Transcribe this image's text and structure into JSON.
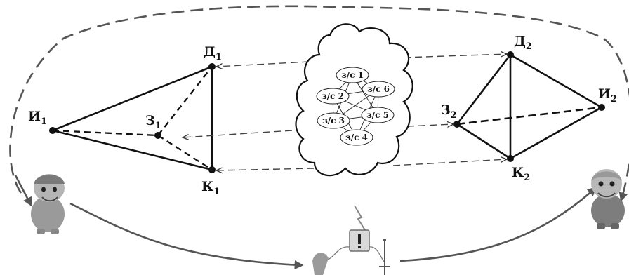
{
  "diagram": {
    "left_nodes": {
      "i": {
        "base": "И",
        "sub": "1"
      },
      "z": {
        "base": "З",
        "sub": "1"
      },
      "d": {
        "base": "Д",
        "sub": "1"
      },
      "k": {
        "base": "К",
        "sub": "1"
      }
    },
    "right_nodes": {
      "i": {
        "base": "И",
        "sub": "2"
      },
      "z": {
        "base": "З",
        "sub": "2"
      },
      "d": {
        "base": "Д",
        "sub": "2"
      },
      "k": {
        "base": "К",
        "sub": "2"
      }
    },
    "cloud_nodes": [
      "з/с 1",
      "з/с 2",
      "з/с 3",
      "з/с 4",
      "з/с 5",
      "з/с 6"
    ],
    "colors": {
      "line": "#111111",
      "dash": "#444444",
      "arrow": "#555555",
      "person": "#8a8a8a"
    }
  }
}
